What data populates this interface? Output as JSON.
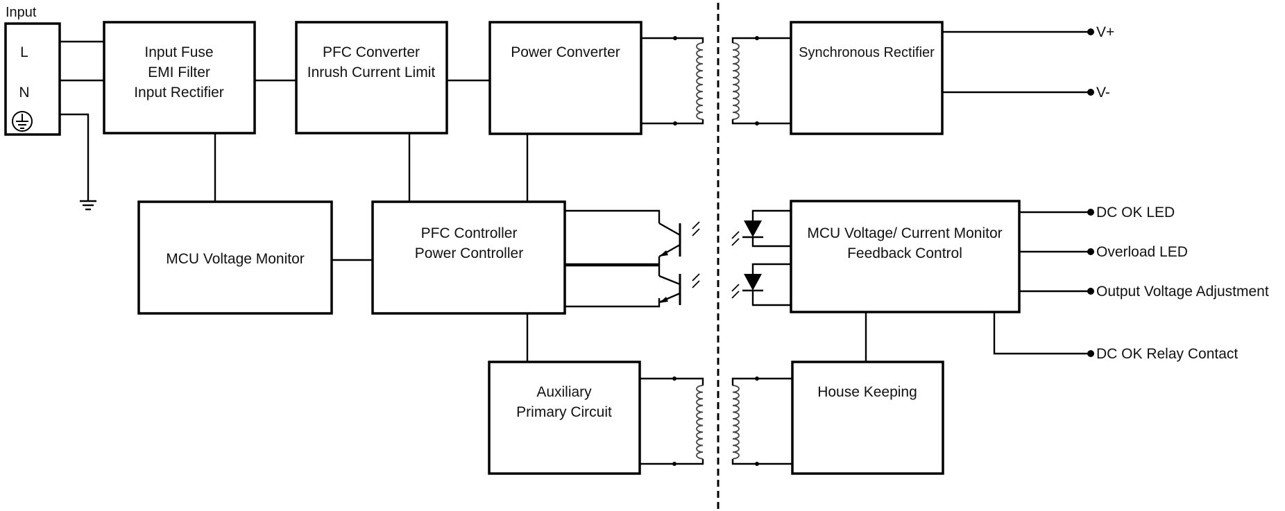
{
  "title": "Input",
  "input_terminals": {
    "line": "L",
    "neutral": "N",
    "earth_icon": "earth-ground-icon"
  },
  "blocks": {
    "input_fuse": [
      "Input Fuse",
      "EMI Filter",
      "Input Rectifier"
    ],
    "pfc_converter": [
      "PFC Converter",
      "Inrush Current Limit"
    ],
    "power_converter": [
      "Power Converter"
    ],
    "synchronous_rectifier": [
      "Synchronous Rectifier"
    ],
    "mcu_voltage_monitor": [
      "MCU  Voltage Monitor"
    ],
    "pfc_controller": [
      "PFC Controller",
      "Power Controller"
    ],
    "mcu_feedback": [
      "MCU Voltage/ Current Monitor",
      "Feedback Control"
    ],
    "auxiliary": [
      "Auxiliary",
      "Primary Circuit"
    ],
    "house_keeping": [
      "House Keeping"
    ]
  },
  "outputs": {
    "v_plus": "V+",
    "v_minus": "V-",
    "dc_ok_led": "DC OK LED",
    "overload_led": "Overload LED",
    "output_voltage_adjustment": "Output Voltage Adjustment",
    "dc_ok_relay_contact": "DC OK Relay Contact"
  },
  "icons": [
    "transformer-icon",
    "optocoupler-icon",
    "led-diode-icon",
    "phototransistor-icon",
    "ground-symbol-icon"
  ]
}
